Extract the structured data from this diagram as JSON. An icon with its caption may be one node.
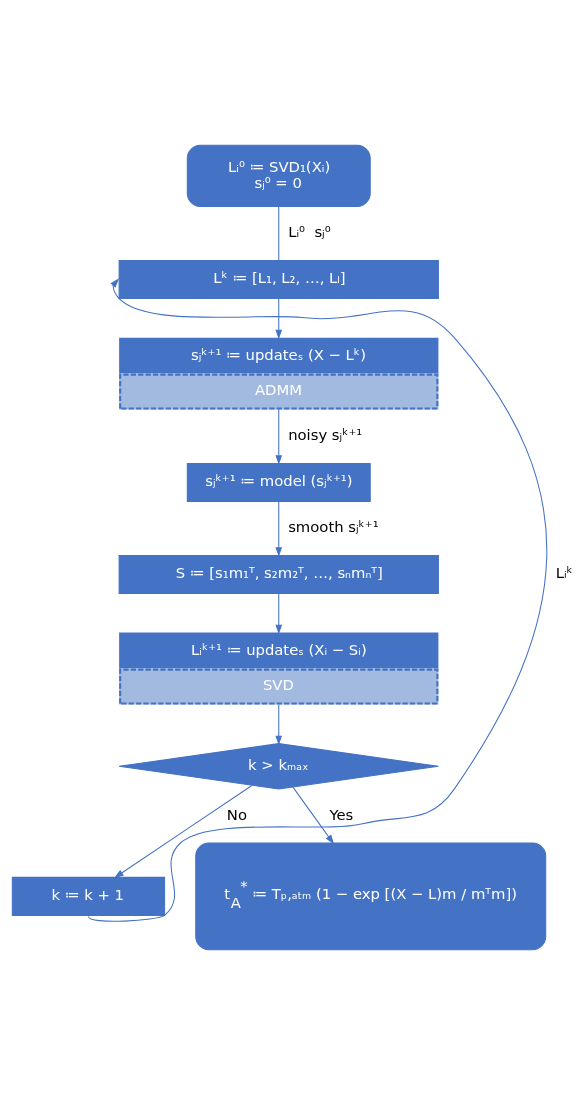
{
  "diagram": {
    "nodes": [
      {
        "text": [
          "Lᵢ⁰ ≔ SVD₁(Xᵢ)",
          "sⱼ⁰ = 0"
        ]
      },
      {
        "text": [
          "Lᵏ ≔ [L₁, L₂, …, Lₗ]"
        ]
      },
      {
        "text": [
          "sⱼᵏ⁺¹ ≔ updateₛ (X − Lᵏ)",
          "ADMM"
        ]
      },
      {
        "text": [
          "sⱼᵏ⁺¹ ≔ model (sⱼᵏ⁺¹)"
        ]
      },
      {
        "text": [
          "S ≔ [s₁m₁ᵀ, s₂m₂ᵀ, …, sₙmₙᵀ]"
        ]
      },
      {
        "text": [
          "Lᵢᵏ⁺¹ ≔ updateₛ (Xᵢ − Sᵢ)",
          "SVD"
        ]
      },
      {
        "text": [
          "k > kₘₐₓ"
        ]
      },
      {
        "text": [
          "k ≔ k + 1"
        ]
      },
      {
        "text": [
          "t$_{A}$$^{*}$ ≔ Tₚ,ₐₜₘ (1 − exp [(X − L)m / mᵀm])"
        ]
      }
    ],
    "edges": [
      {
        "from": 0,
        "to": 1,
        "arrow": "none",
        "label": "Lᵢ⁰  sⱼ⁰"
      },
      {
        "from": 1,
        "to": 2,
        "arrow": "to"
      },
      {
        "from": 2,
        "to": 3,
        "arrow": "to",
        "label": "noisy sⱼᵏ⁺¹"
      },
      {
        "from": 3,
        "to": 4,
        "arrow": "to",
        "label": "smooth sⱼᵏ⁺¹"
      },
      {
        "from": 4,
        "to": 5,
        "arrow": "to"
      },
      {
        "from": 5,
        "to": 6,
        "arrow": "to"
      },
      {
        "from": 6,
        "to": 7,
        "arrow": "to",
        "label": "No"
      },
      {
        "from": 6,
        "to": 8,
        "arrow": "to",
        "label": "Yes"
      },
      {
        "from": 7,
        "to": 1,
        "arrow": "to",
        "label": "Lᵢᵏ"
      }
    ]
  }
}
